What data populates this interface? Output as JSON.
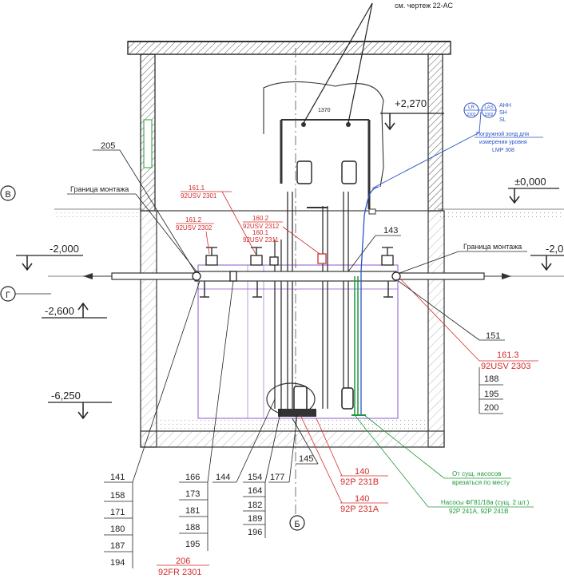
{
  "top_note": "см. чертеж 22-АС",
  "elevations": {
    "e_plus_2270": "+2,270",
    "e_zero": "±0,000",
    "e_minus_2000_left": "-2,000",
    "e_minus_2000_right": "-2,0",
    "e_minus_2600": "-2,600",
    "e_minus_6250": "-6,250"
  },
  "axes": {
    "v": "В",
    "g": "Г",
    "b": "Б"
  },
  "dimension_1370": "1370",
  "boundary": {
    "left": "Граница монтажа",
    "right": "Граница монтажа"
  },
  "level_probe": {
    "lr": "LR",
    "lr_num": "2302",
    "las": "LAS",
    "las_num": "2302",
    "codes": [
      "AHH",
      "SH",
      "SL"
    ],
    "note_1": "Погружной зонд для",
    "note_2": "измерения уровня",
    "note_3": "LMP 308"
  },
  "red_tags": {
    "t161_1": "161.1",
    "t92usv2301": "92USV 2301",
    "t161_2": "161.2",
    "t92usv2302": "92USV 2302",
    "t160_2": "160.2",
    "t92usv2312": "92USV 2312",
    "t160_1": "160.1",
    "t92usv2311": "92USV 2311",
    "t161_3": "161.3",
    "t92usv2303": "92USV 2303",
    "t140a": "140",
    "t92p231b": "92P 231B",
    "t140b": "140",
    "t92p231a": "92P 231A",
    "t206": "206",
    "t92fr2301": "92FR 2301"
  },
  "green_notes": {
    "n1": "От сущ. насосов",
    "n2": "врезаться по месту",
    "n3": "Насосы ФГ81/18а (сущ. 2 шт.)",
    "n4": "92P 241A, 92P 241B"
  },
  "callouts": {
    "c205": "205",
    "c143": "143",
    "c151": "151",
    "c145": "145",
    "right_stack": [
      "188",
      "195",
      "200"
    ],
    "col1": [
      "141",
      "158",
      "171",
      "180",
      "187",
      "194"
    ],
    "col2": [
      "166",
      "173",
      "181",
      "188",
      "195"
    ],
    "c144": "144",
    "col3": [
      "154",
      "164",
      "182",
      "189",
      "196"
    ],
    "c177": "177"
  }
}
